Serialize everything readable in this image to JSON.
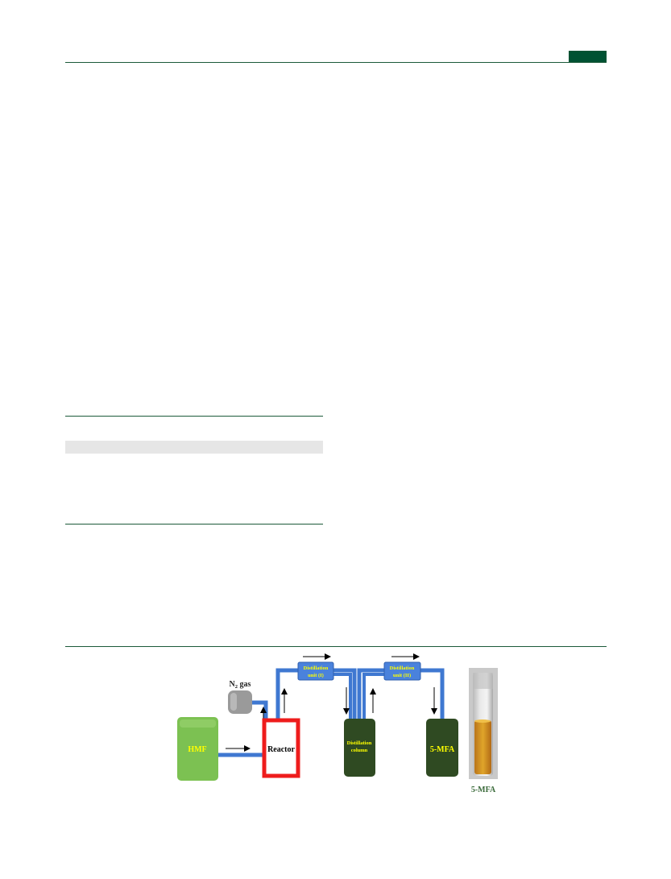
{
  "colors": {
    "rule": "#1c5a3a",
    "accent_tab": "#005233",
    "table_stripe": "#e6e6e6",
    "pipe": "#3f78d1",
    "hmf_box": "#7cc152",
    "hmf_label": "#ffff00",
    "reactor_border": "#ee1c1c",
    "dark_vessel": "#2f4a22",
    "vessel_label": "#ffff00",
    "unit_label": "#ffff00",
    "n2_tank": "#9a9a9a",
    "caption_green": "#3a6a3a"
  },
  "diagram": {
    "hmf_label": "HMF",
    "reactor_label": "Reactor",
    "n2_label": "N",
    "n2_sub": "2",
    "n2_suffix": " gas",
    "unit1_line1": "Distillation",
    "unit1_line2": "unit (I)",
    "unit2_line1": "Distillation",
    "unit2_line2": "unit (II)",
    "column_line1": "Distillation",
    "column_line2": "column",
    "product_label": "5-MFA",
    "photo_caption": "5-MFA"
  }
}
